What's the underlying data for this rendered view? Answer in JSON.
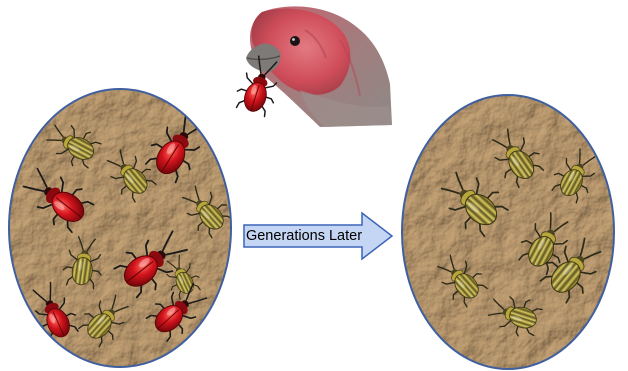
{
  "arrow": {
    "label": "Generations Later"
  },
  "icons": {
    "bird": "house-finch-head-icon",
    "red_beetle": "red-beetle-icon",
    "striped_beetle": "striped-beetle-icon"
  },
  "colors": {
    "arrow_fill": "#c5d6f4",
    "arrow_stroke": "#3b63b7",
    "ellipse_border": "#3f5f9e",
    "paper_base": "#a68358",
    "red_beetle": "#c8141c",
    "striped_beetle_yellow": "#c2b13c",
    "striped_beetle_dark": "#5b5320",
    "bird_red": "#d4515e",
    "bird_gray": "#8c8a86"
  },
  "populations": {
    "before": {
      "red_beetles": 6,
      "striped_beetles": 7
    },
    "after": {
      "red_beetles": 0,
      "striped_beetles": 8
    }
  }
}
